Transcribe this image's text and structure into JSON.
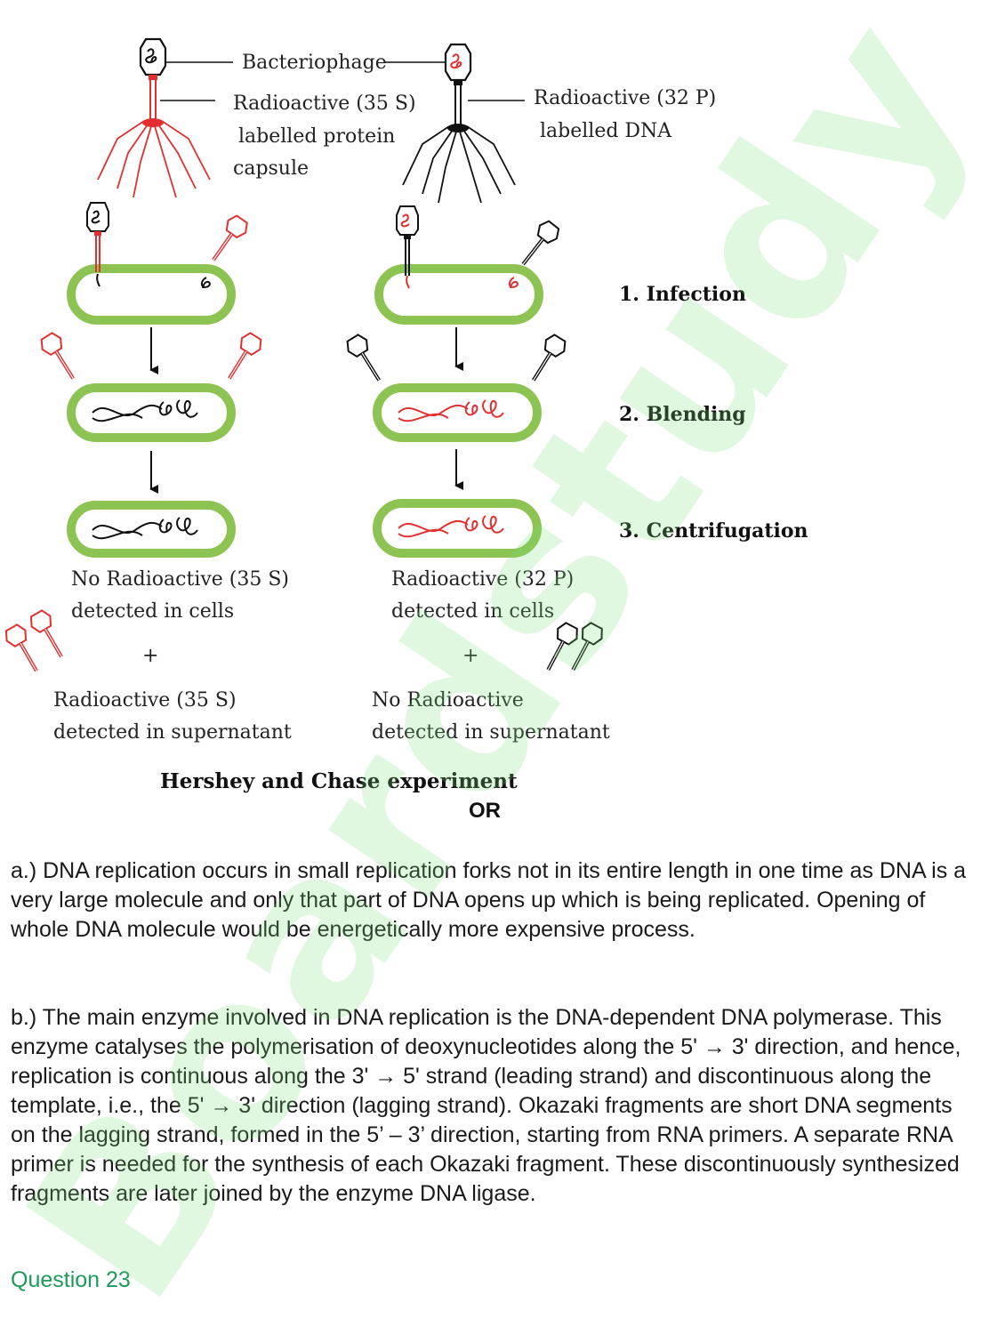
{
  "figure": {
    "labels": {
      "bacteriophage": "Bacteriophage",
      "protein_line1": "Radioactive (35 S)",
      "protein_line2": "labelled protein",
      "protein_line3": "capsule",
      "dna_line1": "Radioactive (32 P)",
      "dna_line2": "labelled DNA"
    },
    "steps": [
      "1. Infection",
      "2. Blending",
      "3. Centrifugation"
    ],
    "left_results": {
      "cells_line1": "No Radioactive (35 S)",
      "cells_line2": "detected in cells",
      "plus": "+",
      "super_line1": "Radioactive (35 S)",
      "super_line2": "detected in supernatant"
    },
    "right_results": {
      "cells_line1": "Radioactive (32 P)",
      "cells_line2": "detected in cells",
      "plus": "+",
      "super_line1": "No Radioactive",
      "super_line2": "detected in supernatant"
    },
    "caption": "Hershey and Chase experiment",
    "colors": {
      "red": "#e03030",
      "black": "#111111",
      "cell_green": "#8dc352"
    }
  },
  "or_label": "OR",
  "answer": {
    "part_a": "a.) DNA replication occurs in small replication forks not in its entire length in one time as DNA is a very large molecule and only that part of DNA opens up which is being replicated. Opening of whole DNA molecule would be energetically more expensive process.",
    "part_b": "b.) The main enzyme involved in DNA replication is the DNA-dependent DNA polymerase. This enzyme catalyses the polymerisation of deoxynucleotides along the 5' → 3' direction, and hence, replication is continuous along the 3' → 5' strand (leading strand) and discontinuous along the template, i.e., the 5' → 3' direction (lagging strand). Okazaki fragments are short DNA segments on the lagging strand, formed in the 5’ – 3’ direction, starting from RNA primers. A separate RNA primer is needed for the synthesis of each Okazaki fragment. These discontinuously synthesized fragments are later joined by the enzyme DNA ligase."
  },
  "next_question": "Question 23",
  "watermark": "Boardstudy"
}
